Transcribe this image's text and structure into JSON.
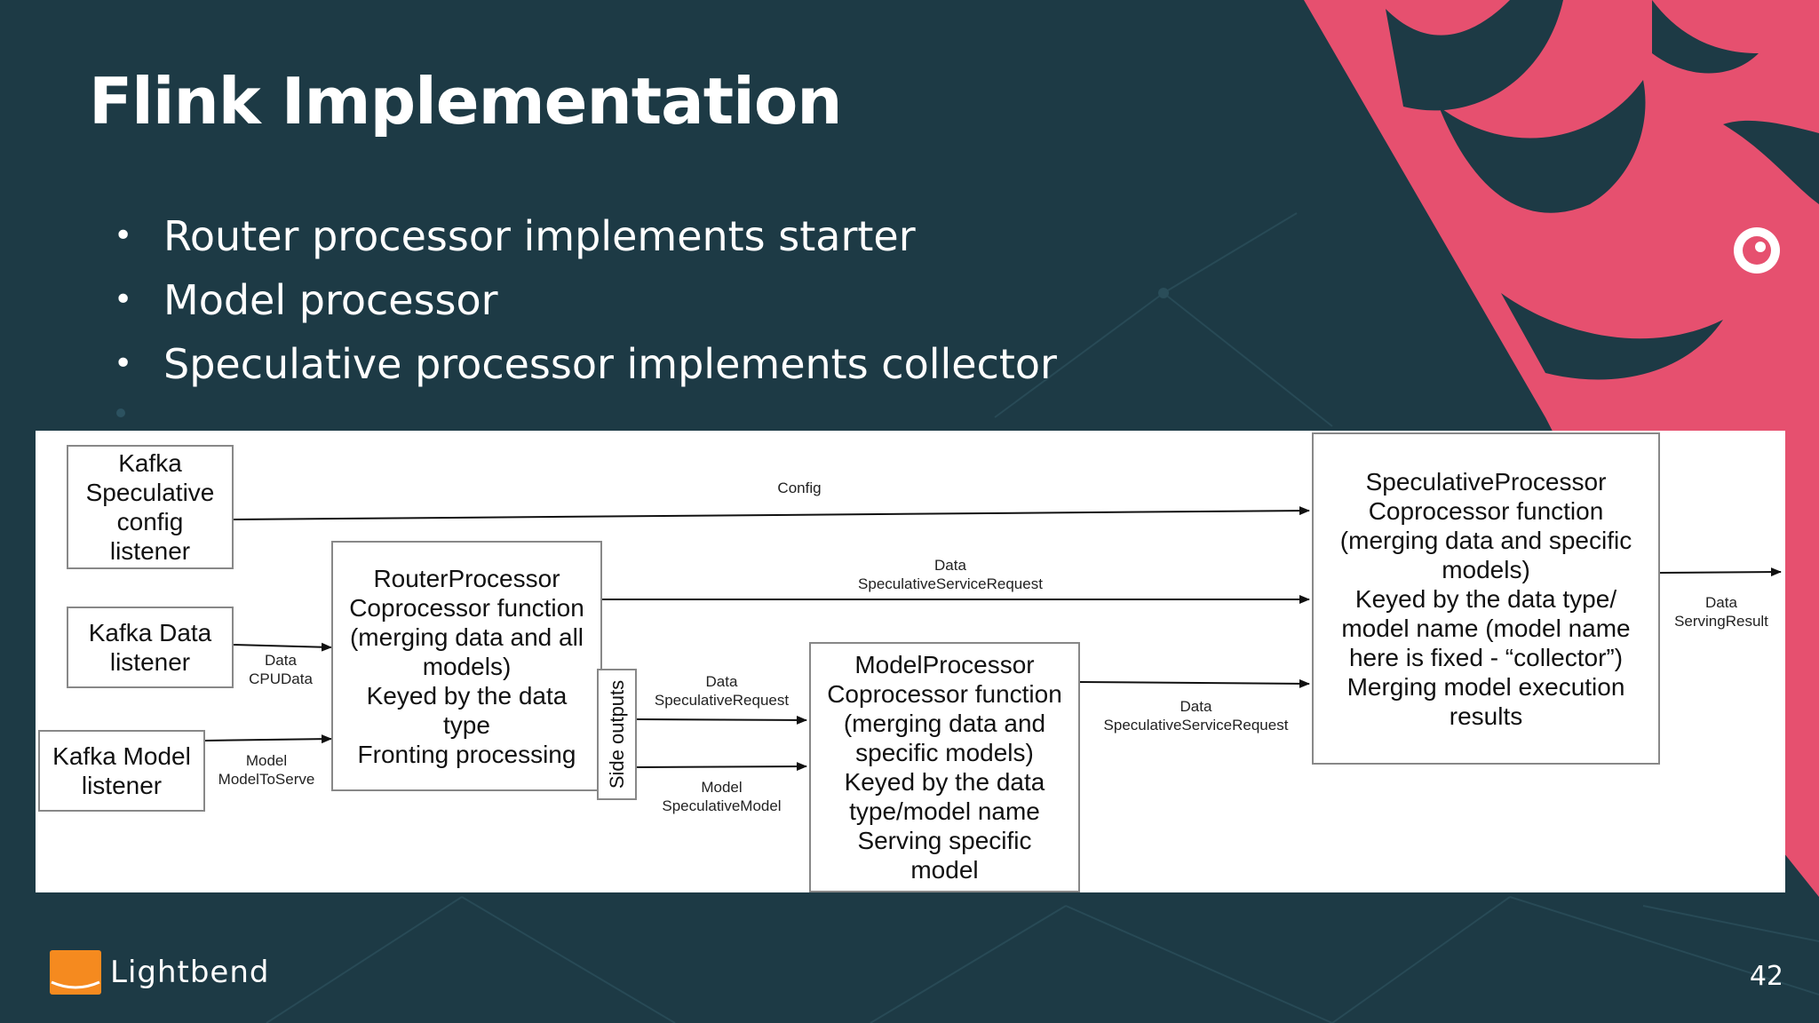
{
  "slide": {
    "title": "Flink Implementation",
    "bullets": [
      "Router processor implements starter",
      "Model processor",
      "Speculative processor implements collector"
    ],
    "page_number": "42",
    "colors": {
      "background": "#1d3a45",
      "mascot": "#e6506f",
      "logo": "#f58a1f"
    }
  },
  "logo": {
    "text": "Lightbend",
    "icon": "lightbend-logo-icon"
  },
  "mascot": {
    "icon": "squirrel-mascot-icon"
  },
  "diagram": {
    "boxes": {
      "kafka_spec": "Kafka\nSpeculative\nconfig\nlistener",
      "kafka_data": "Kafka Data\nlistener",
      "kafka_model": "Kafka Model\nlistener",
      "router": "RouterProcessor\nCoprocessor function\n(merging data and all\nmodels)\nKeyed by the data\ntype\nFronting processing",
      "model": "ModelProcessor\nCoprocessor function\n(merging data and\nspecific models)\nKeyed by the data\ntype/model name\nServing specific\nmodel",
      "speculative": "SpeculativeProcessor\nCoprocessor function\n(merging data and specific\nmodels)\nKeyed by the data type/\nmodel name (model name\nhere is fixed - “collector”)\nMerging model execution\nresults",
      "side_outputs": "Side outputs"
    },
    "labels": {
      "config": "Config",
      "data_cpu": "Data\nCPUData",
      "model_to_serve": "Model\nModelToServe",
      "data_spec_service_top": "Data\nSpeculativeServiceRequest",
      "data_spec_request": "Data\nSpeculativeRequest",
      "model_spec_model": "Model\nSpeculativeModel",
      "data_spec_service_mid": "Data\nSpeculativeServiceRequest",
      "data_serving_result": "Data\nServingResult"
    }
  }
}
